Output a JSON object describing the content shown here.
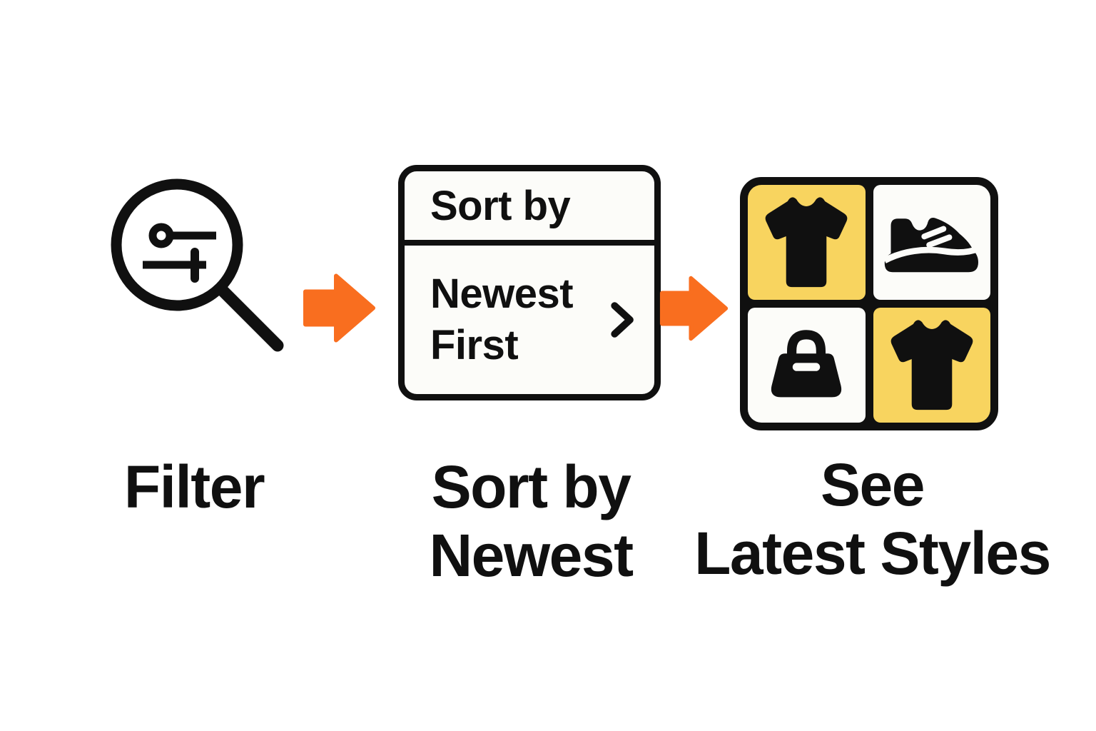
{
  "diagram": {
    "palette": {
      "ink": "#101010",
      "paper": "#ffffff",
      "cell": "#fcfcf9",
      "orange": "#f96e1f",
      "yellow": "#f8d45f"
    },
    "captions": {
      "step1": [
        "Filter"
      ],
      "step2": [
        "Sort by",
        "Newest"
      ],
      "step3": [
        "See",
        "Latest Styles"
      ]
    },
    "dropdown": {
      "header": "Sort by",
      "selected_option": "Newest First",
      "option_line1": "Newest",
      "option_line2": "First",
      "chevron_icon": "chevron-right-icon"
    },
    "icons": {
      "step1": "filter-search-icon",
      "arrow": "block-arrow-right-icon",
      "tiles": [
        {
          "icon": "tshirt-icon",
          "highlighted": true
        },
        {
          "icon": "sneaker-icon",
          "highlighted": false
        },
        {
          "icon": "handbag-icon",
          "highlighted": false
        },
        {
          "icon": "tshirt-icon",
          "highlighted": true
        }
      ]
    }
  }
}
